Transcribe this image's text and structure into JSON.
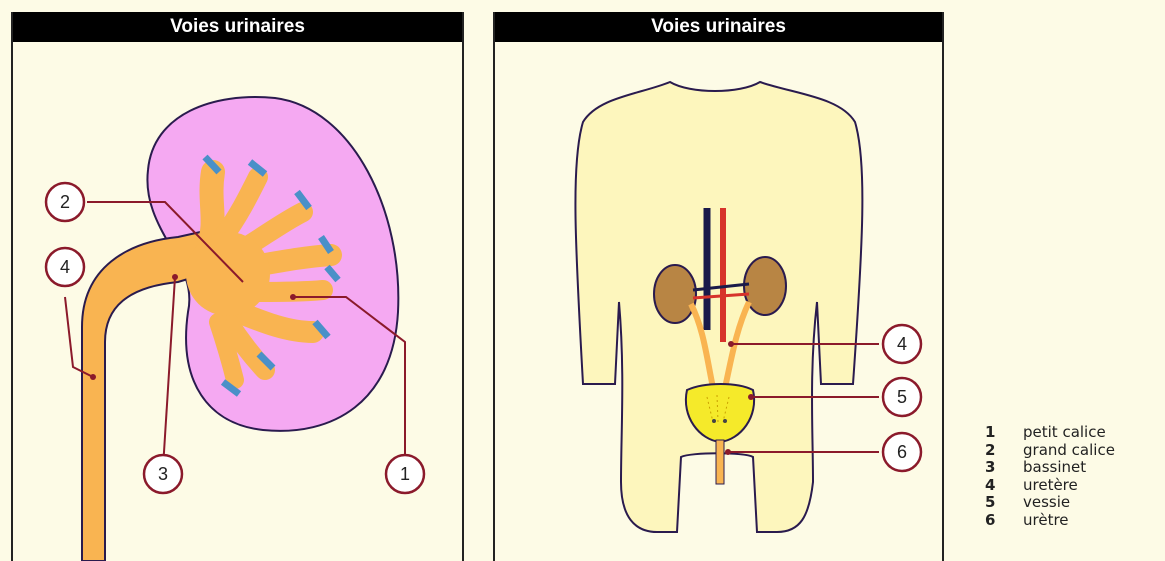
{
  "panels": [
    {
      "title": "Voies urinaires"
    },
    {
      "title": "Voies urinaires"
    }
  ],
  "left_callouts": [
    "2",
    "4",
    "3",
    "1"
  ],
  "right_callouts": [
    "4",
    "5",
    "6"
  ],
  "legend": [
    {
      "num": "1",
      "label": "petit calice"
    },
    {
      "num": "2",
      "label": "grand calice"
    },
    {
      "num": "3",
      "label": "bassinet"
    },
    {
      "num": "4",
      "label": "uretère"
    },
    {
      "num": "5",
      "label": "vessie"
    },
    {
      "num": "6",
      "label": "urètre"
    }
  ],
  "colors": {
    "kidney_cortex": "#f5a9f2",
    "collecting_system": "#f9b451",
    "callout_line": "#8b1a2b",
    "calyx_tips": "#4a90c8",
    "body_fill": "#fdf6bd",
    "kidney_brown": "#b88544",
    "vein": "#1a1a4a",
    "artery": "#d7332b",
    "bladder": "#f5ea2a"
  }
}
